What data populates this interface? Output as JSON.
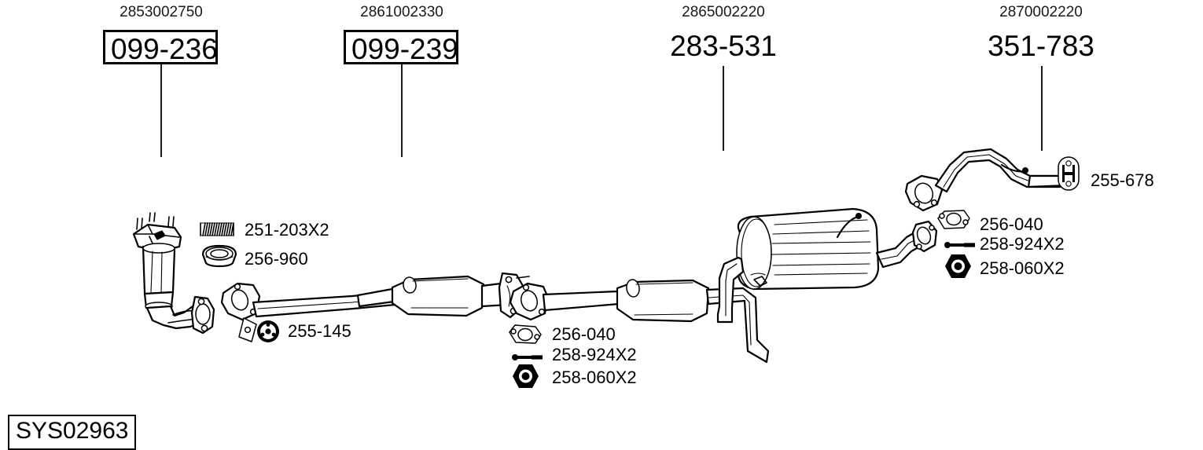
{
  "diagram": {
    "title_id": "SYS02963",
    "background": "#ffffff",
    "line_color": "#000000"
  },
  "top_labels": [
    {
      "oem": "2853002750",
      "ref": "099-236",
      "boxed": true,
      "name": "catalytic-converter-assembly"
    },
    {
      "oem": "2861002330",
      "ref": "099-239",
      "boxed": true,
      "name": "front-pipe-assembly"
    },
    {
      "oem": "2865002220",
      "ref": "283-531",
      "boxed": false,
      "name": "centre-silencer-assembly"
    },
    {
      "oem": "2870002220",
      "ref": "351-783",
      "boxed": false,
      "name": "rear-silencer-assembly"
    }
  ],
  "parts_left": [
    {
      "code": "251-203X2",
      "icon": "spring-icon",
      "name": "exhaust-spring"
    },
    {
      "code": "256-960",
      "icon": "ring-gasket-icon",
      "name": "exhaust-ring-gasket"
    },
    {
      "code": "255-145",
      "icon": "clamp-disc-icon",
      "name": "exhaust-mount-clamp"
    }
  ],
  "parts_middle": [
    {
      "code": "256-040",
      "icon": "flange-gasket-icon",
      "name": "flange-gasket"
    },
    {
      "code": "258-924X2",
      "icon": "bolt-icon",
      "name": "flange-bolt"
    },
    {
      "code": "258-060X2",
      "icon": "nut-icon",
      "name": "flange-nut"
    }
  ],
  "parts_right": [
    {
      "code": "256-040",
      "icon": "flange-gasket-icon",
      "name": "flange-gasket"
    },
    {
      "code": "258-924X2",
      "icon": "bolt-icon",
      "name": "flange-bolt"
    },
    {
      "code": "258-060X2",
      "icon": "nut-icon",
      "name": "flange-nut"
    }
  ],
  "parts_hanger": [
    {
      "code": "255-678",
      "icon": "rubber-hanger-icon",
      "name": "rubber-exhaust-hanger"
    }
  ]
}
